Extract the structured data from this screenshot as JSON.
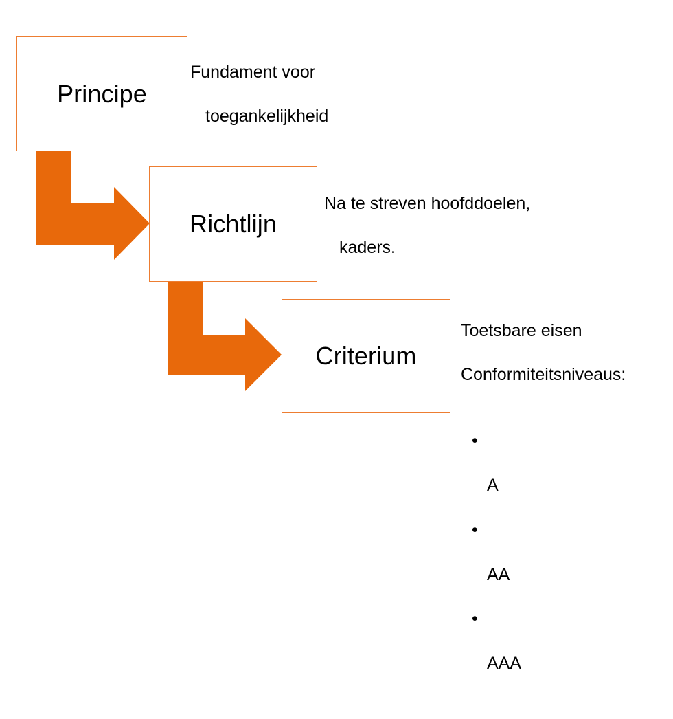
{
  "diagram": {
    "title": "Principe - Richtlijn - Criterium hierarchie",
    "colors": {
      "arrow_fill": "#E8690B",
      "box_border": "#ED7D31",
      "box_background": "#FFFFFF",
      "text": "#000000",
      "page_background": "#FFFFFF"
    },
    "nodes": [
      {
        "id": "principe",
        "label": "Principe",
        "annotation_lines": [
          "Fundament voor",
          "toegankelijkheid"
        ]
      },
      {
        "id": "richtlijn",
        "label": "Richtlijn",
        "annotation_lines": [
          "Na te streven hoofddoelen,",
          "kaders."
        ]
      },
      {
        "id": "criterium",
        "label": "Criterium",
        "annotation_lines": [
          "Toetsbare eisen",
          "Conformiteitsniveaus:"
        ],
        "bullets": [
          "A",
          "AA",
          "AAA"
        ],
        "bullet_glyph": "•"
      }
    ],
    "connectors": [
      {
        "id": "principe-to-richtlijn",
        "from": "principe",
        "to": "richtlijn",
        "shape": "elbow-down-right-arrow"
      },
      {
        "id": "richtlijn-to-criterium",
        "from": "richtlijn",
        "to": "criterium",
        "shape": "elbow-down-right-arrow"
      }
    ]
  }
}
